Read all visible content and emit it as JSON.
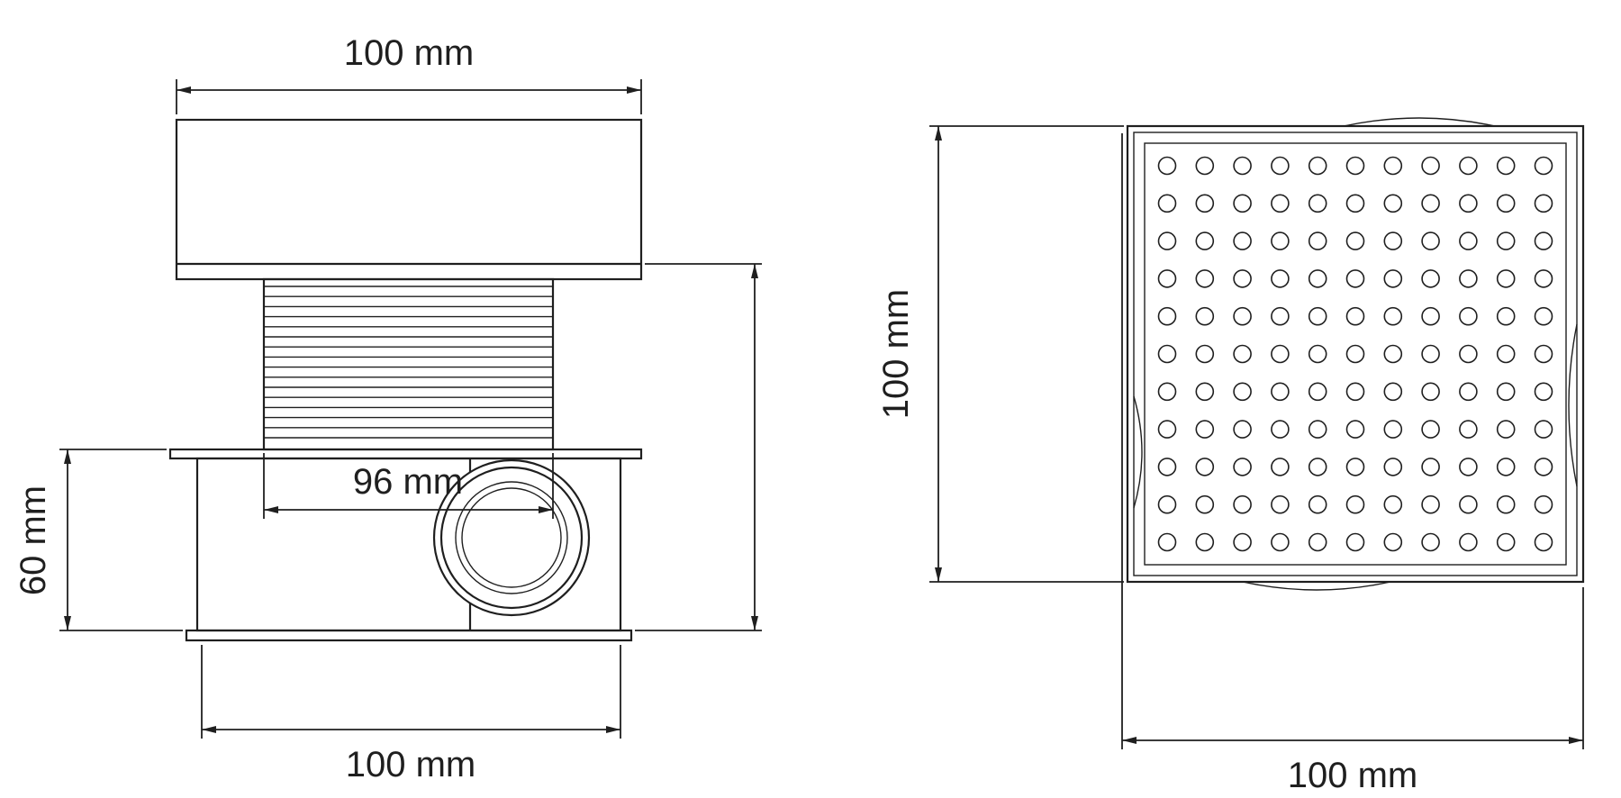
{
  "drawing": {
    "side_view": {
      "dim_top": "100 mm",
      "dim_inner": "96 mm",
      "dim_height": "60 mm",
      "dim_bottom": "100 mm",
      "riser_ribs": 16
    },
    "top_view": {
      "dim_side": "100 mm",
      "dim_bottom": "100 mm",
      "grate": {
        "rows": 11,
        "cols": 11
      }
    },
    "colors": {
      "line": "#1f1f1f",
      "background": "#ffffff"
    }
  }
}
